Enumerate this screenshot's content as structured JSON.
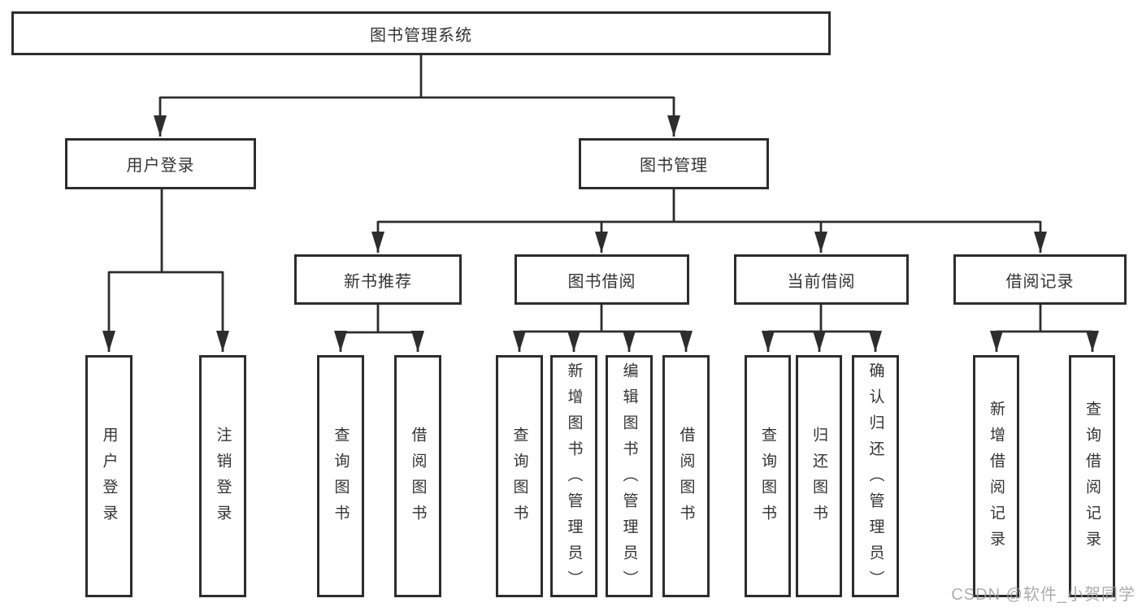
{
  "diagram": {
    "title": "图书管理系统",
    "level2": {
      "user_login": "用户登录",
      "book_management": "图书管理"
    },
    "level3": {
      "new_book_recommend": "新书推荐",
      "book_borrowing": "图书借阅",
      "current_borrowing": "当前借阅",
      "borrowing_records": "借阅记录"
    },
    "leaves": {
      "user_login": "用户登录",
      "logout": "注销登录",
      "recommend_query_books": "查询图书",
      "recommend_borrow_books": "借阅图书",
      "borrowing_query_books": "查询图书",
      "add_books_admin": "新增图书（管理员）",
      "edit_books_admin": "编辑图书（管理员）",
      "borrowing_borrow_books": "借阅图书",
      "current_query_books": "查询图书",
      "return_books": "归还图书",
      "confirm_return_admin": "确认归还（管理员）",
      "add_borrow_record": "新增借阅记录",
      "query_borrow_record": "查询借阅记录"
    },
    "watermark": "CSDN @软件_小贺同学",
    "colors": {
      "line": "#2d2d2d",
      "border": "#2d2d2d",
      "text": "#333333",
      "watermark": "#9e9e9e"
    }
  }
}
